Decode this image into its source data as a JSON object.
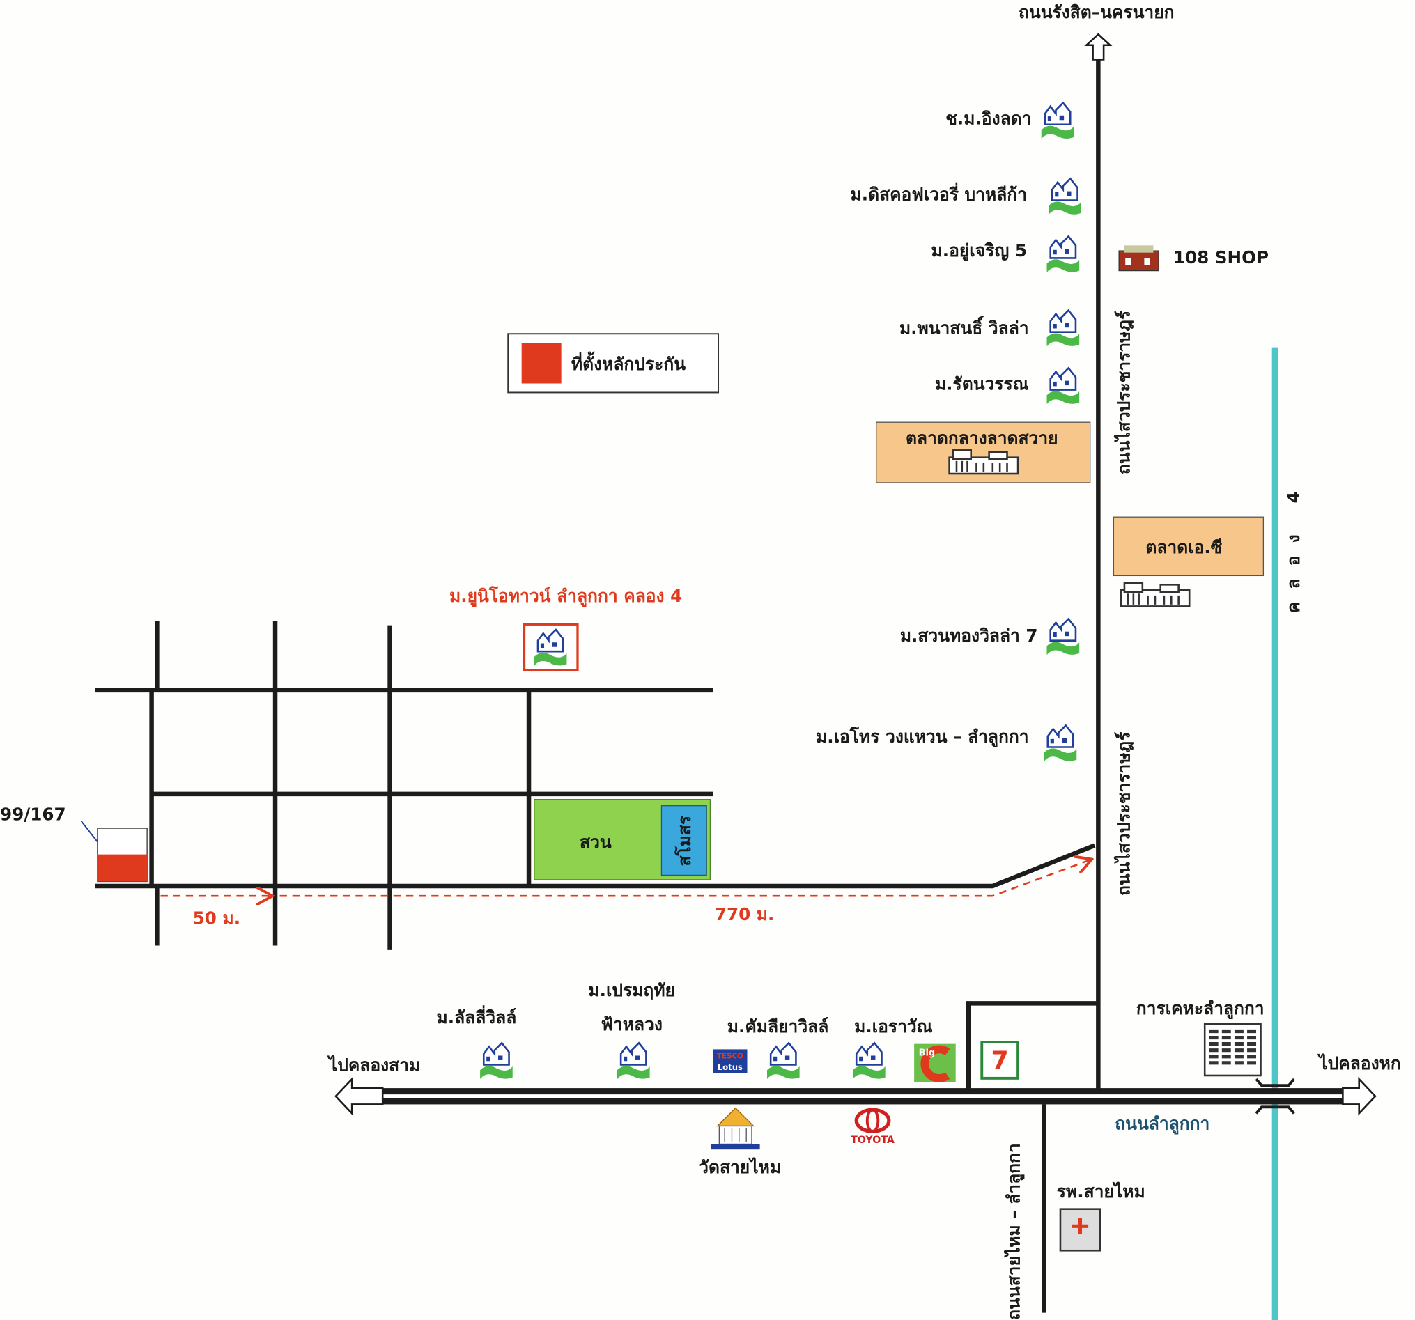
{
  "colors": {
    "road": "#1c1c1c",
    "canal": "#4cc6c6",
    "property": "#e03a1e",
    "park": "#8fd24e",
    "club": "#3aa8dc",
    "market": "#f7c68a",
    "route": "#e03a1e"
  },
  "legend": {
    "label": "ที่ตั้งหลักประกัน"
  },
  "roads": {
    "north": "ถนนรังสิต–นครนายก",
    "main_vertical_1": "ถนนไสวประชาราษฎร์",
    "main_vertical_2": "ถนนไสวประชาราษฎร์",
    "lamlukka": "ถนนลำลูกกา",
    "saimai": "ถนนสายไหม – ลำลูกกา",
    "to_west": "ไปคลองสาม",
    "to_east": "ไปคลองหก",
    "canal": "คลอง 4"
  },
  "villages_right": [
    {
      "label": "ช.ม.อิงลดา"
    },
    {
      "label": "ม.ดิสคอฟเวอรี่ บาหลีก้า"
    },
    {
      "label": "ม.อยู่เจริญ 5"
    },
    {
      "label": "ม.พนาสนธิ์ วิลล่า"
    },
    {
      "label": "ม.รัตนวรรณ"
    },
    {
      "label": "ม.สวนทองวิลล่า 7"
    },
    {
      "label": "ม.เอโทร วงแหวน – ลำลูกกา"
    }
  ],
  "shop": {
    "label": "108 SHOP"
  },
  "markets": [
    {
      "label": "ตลาดกลางลาดสวาย"
    },
    {
      "label": "ตลาดเอ.ซี"
    }
  ],
  "project": {
    "title": "ม.ยูนิโอทาวน์ ลำลูกกา คลอง 4"
  },
  "park": {
    "label": "สวน",
    "club": "สโมสร"
  },
  "property": {
    "address": "99/167"
  },
  "distances": {
    "first": "50 ม.",
    "second": "770 ม."
  },
  "bottom_places": {
    "lally": "ม.ลัลลี่วิลล์",
    "prem_1": "ม.เปรมฤทัย",
    "prem_2": "ฟ้าหลวง",
    "kamliya": "ม.คัมลียาวิลล์",
    "erawan": "ม.เอราวัณ",
    "housing": "การเคหะลำลูกกา",
    "temple": "วัดสายไหม",
    "hospital": "รพ.สายไหม"
  },
  "brands": {
    "lotus": "Lotus",
    "tesco": "TESCO",
    "bigc": "Big",
    "seven": "7",
    "toyota": "TOYOTA"
  }
}
